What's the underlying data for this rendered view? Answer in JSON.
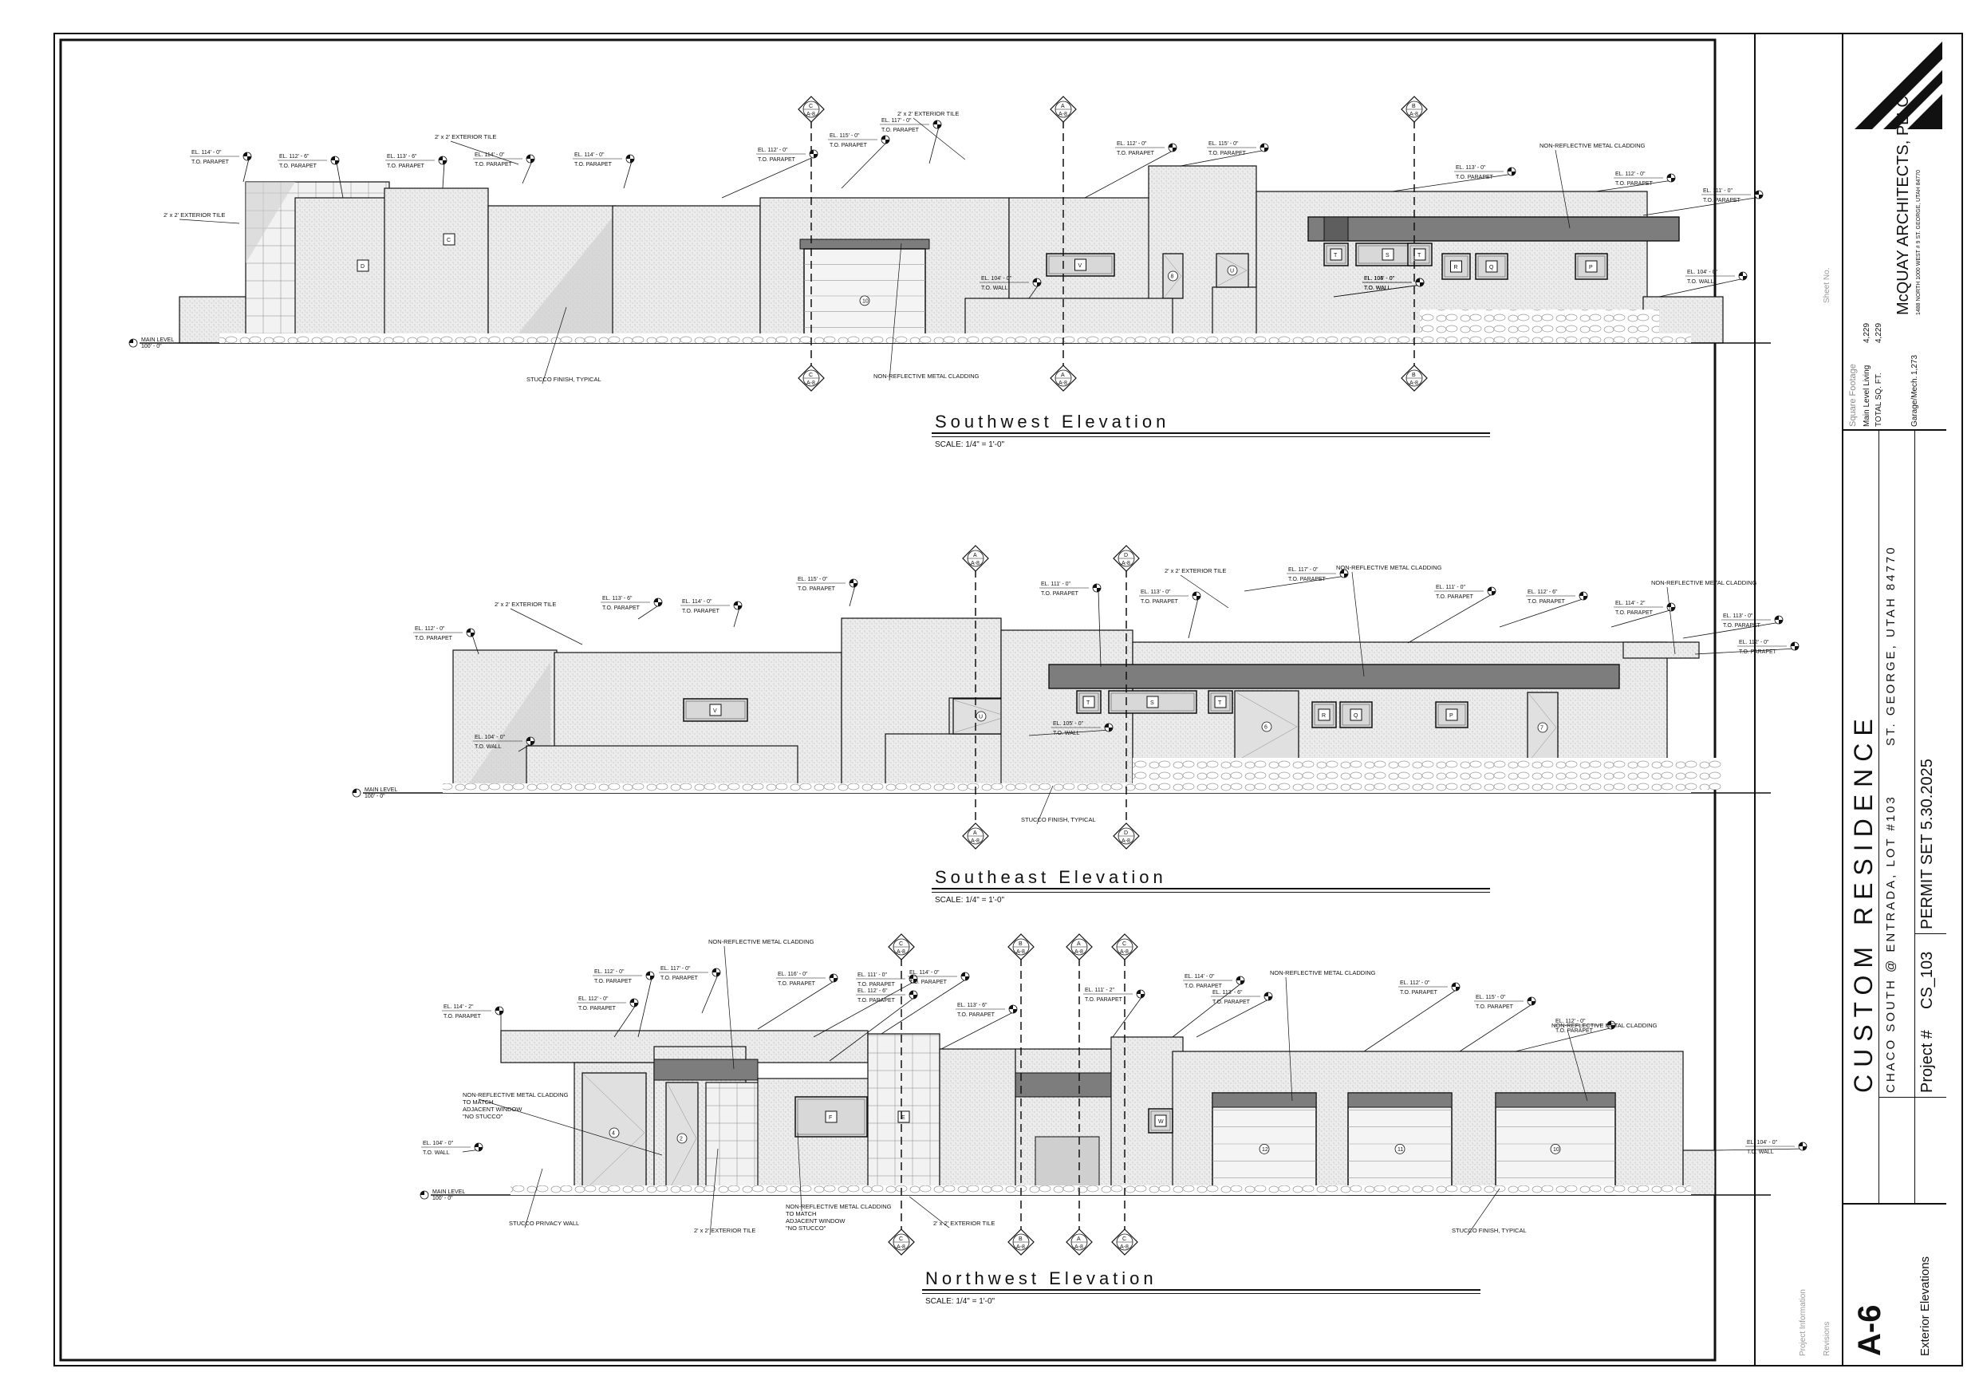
{
  "title_block": {
    "firm_name": "McQUAY ARCHITECTS, PLLC",
    "firm_address": "1488 NORTH 1000 WEST # 9 ST. GEORGE, UTAH 84770",
    "square_footage_heading": "Square Footage",
    "sf_rows": [
      {
        "label": "Main Level Living",
        "value": "4,229"
      },
      {
        "label": "TOTAL SQ. FT.",
        "value": "4,229"
      },
      {
        "label": "Garage/Mech.",
        "value": "1,273"
      }
    ],
    "project_name": "CUSTOM RESIDENCE",
    "project_location": "CHACO SOUTH @ ENTRADA, LOT #103",
    "project_city": "ST. GEORGE, UTAH 84770",
    "project_number_label": "Project #",
    "project_number": "CS_103",
    "issue": "PERMIT SET 5.30.2025",
    "sheet_number": "A-6",
    "sheet_title": "Exterior Elevations",
    "project_info_label": "Project Information",
    "sheet_label": "Sheet No.",
    "revisions_label": "Revisions"
  },
  "elevations": [
    {
      "title": "Southwest Elevation",
      "scale": "SCALE: 1/4\" = 1'-0\"",
      "level_marker": "MAIN LEVEL 100' - 0\"",
      "callouts": [
        {
          "el": "EL. 114' - 0\"",
          "sub": "T.O. PARAPET"
        },
        {
          "el": "EL. 112' - 6\"",
          "sub": "T.O. PARAPET"
        },
        {
          "el": "EL. 113' - 6\"",
          "sub": "T.O. PARAPET"
        },
        {
          "el": "EL. 114' - 0\"",
          "sub": "T.O. PARAPET"
        },
        {
          "el": "EL. 114' - 0\"",
          "sub": "T.O. PARAPET"
        },
        {
          "el": "EL. 112' - 0\"",
          "sub": "T.O. PARAPET"
        },
        {
          "el": "EL. 115' - 0\"",
          "sub": "T.O. PARAPET"
        },
        {
          "el": "EL. 117' - 0\"",
          "sub": "T.O. PARAPET"
        },
        {
          "el": "EL. 112' - 0\"",
          "sub": "T.O. PARAPET"
        },
        {
          "el": "EL. 115' - 0\"",
          "sub": "T.O. PARAPET"
        },
        {
          "el": "EL. 113' - 0\"",
          "sub": "T.O. PARAPET"
        },
        {
          "el": "EL. 112' - 0\"",
          "sub": "T.O. PARAPET"
        },
        {
          "el": "EL. 111' - 0\"",
          "sub": "T.O. PARAPET"
        },
        {
          "el": "EL. 104' - 0\"",
          "sub": "T.O. WALL"
        },
        {
          "el": "EL. 104' - 0\"",
          "sub": "T.O. WALL"
        },
        {
          "el": "EL. 105' - 0\"",
          "sub": "T.O. WALL"
        },
        {
          "el": "EL. 104' - 0\"",
          "sub": "T.O. WALL"
        }
      ],
      "notes": [
        "2' x 2' EXTERIOR TILE",
        "2' x 2' EXTERIOR TILE",
        "2' x 2' EXTERIOR TILE",
        "NON-REFLECTIVE METAL CLADDING",
        "STUCCO FINISH, TYPICAL",
        "NON-REFLECTIVE METAL CLADDING"
      ],
      "grid_tags": [
        "C",
        "A",
        "B"
      ]
    },
    {
      "title": "Southeast Elevation",
      "scale": "SCALE: 1/4\" = 1'-0\"",
      "level_marker": "MAIN LEVEL 100' - 0\"",
      "callouts": [
        {
          "el": "EL. 112' - 0\"",
          "sub": "T.O. PARAPET"
        },
        {
          "el": "EL. 113' - 6\"",
          "sub": "T.O. PARAPET"
        },
        {
          "el": "EL. 114' - 0\"",
          "sub": "T.O. PARAPET"
        },
        {
          "el": "EL. 115' - 0\"",
          "sub": "T.O. PARAPET"
        },
        {
          "el": "EL. 111' - 0\"",
          "sub": "T.O. PARAPET"
        },
        {
          "el": "EL. 113' - 0\"",
          "sub": "T.O. PARAPET"
        },
        {
          "el": "EL. 117' - 0\"",
          "sub": "T.O. PARAPET"
        },
        {
          "el": "EL. 111' - 0\"",
          "sub": "T.O. PARAPET"
        },
        {
          "el": "EL. 112' - 6\"",
          "sub": "T.O. PARAPET"
        },
        {
          "el": "EL. 114' - 2\"",
          "sub": "T.O. PARAPET"
        },
        {
          "el": "EL. 113' - 0\"",
          "sub": "T.O. PARAPET"
        },
        {
          "el": "EL. 112' - 0\"",
          "sub": "T.O. PARAPET"
        },
        {
          "el": "EL. 104' - 0\"",
          "sub": "T.O. WALL"
        },
        {
          "el": "EL. 105' - 0\"",
          "sub": "T.O. WALL"
        }
      ],
      "notes": [
        "2' x 2' EXTERIOR TILE",
        "2' x 2' EXTERIOR TILE",
        "NON-REFLECTIVE METAL CLADDING",
        "NON-REFLECTIVE METAL CLADDING",
        "STUCCO FINISH, TYPICAL"
      ],
      "grid_tags": [
        "A",
        "D"
      ]
    },
    {
      "title": "Northwest Elevation",
      "scale": "SCALE: 1/4\" = 1'-0\"",
      "level_marker": "MAIN LEVEL 100' - 0\"",
      "callouts": [
        {
          "el": "EL. 112' - 0\"",
          "sub": "T.O. PARAPET"
        },
        {
          "el": "EL. 117' - 0\"",
          "sub": "T.O. PARAPET"
        },
        {
          "el": "EL. 116' - 0\"",
          "sub": "T.O. PARAPET"
        },
        {
          "el": "EL. 111' - 0\"",
          "sub": "T.O. PARAPET"
        },
        {
          "el": "EL. 114' - 0\"",
          "sub": "T.O. PARAPET"
        },
        {
          "el": "EL. 112' - 0\"",
          "sub": "T.O. PARAPET"
        },
        {
          "el": "EL. 114' - 2\"",
          "sub": "T.O. PARAPET"
        },
        {
          "el": "EL. 112' - 6\"",
          "sub": "T.O. PARAPET"
        },
        {
          "el": "EL. 113' - 6\"",
          "sub": "T.O. PARAPET"
        },
        {
          "el": "EL. 111' - 2\"",
          "sub": "T.O. PARAPET"
        },
        {
          "el": "EL. 114' - 0\"",
          "sub": "T.O. PARAPET"
        },
        {
          "el": "EL. 113' - 6\"",
          "sub": "T.O. PARAPET"
        },
        {
          "el": "EL. 112' - 0\"",
          "sub": "T.O. PARAPET"
        },
        {
          "el": "EL. 115' - 0\"",
          "sub": "T.O. PARAPET"
        },
        {
          "el": "EL. 112' - 0\"",
          "sub": "T.O. PARAPET"
        },
        {
          "el": "EL. 104' - 0\"",
          "sub": "T.O. WALL"
        },
        {
          "el": "EL. 104' - 0\"",
          "sub": "T.O. WALL"
        }
      ],
      "notes": [
        "NON-REFLECTIVE METAL CLADDING",
        "NON-REFLECTIVE METAL CLADDING",
        "NON-REFLECTIVE METAL CLADDING",
        "NON-REFLECTIVE METAL CLADDING TO MATCH ADJACENT WINDOW \"NO STUCCO\"",
        "NON-REFLECTIVE METAL CLADDING TO MATCH ADJACENT WINDOW \"NO STUCCO\"",
        "STUCCO PRIVACY WALL",
        "2' x 2' EXTERIOR TILE",
        "2' x 2' EXTERIOR TILE",
        "STUCCO FINISH, TYPICAL"
      ],
      "grid_tags": [
        "C",
        "B",
        "A",
        "C",
        "A",
        "B",
        "C"
      ]
    }
  ],
  "colors": {
    "line": "#111111",
    "stucco": "#e9e9e9",
    "shadow": "#c9c9c9",
    "cladding": "#7d7d7d",
    "glass": "#d5d5d5",
    "paper": "#ffffff"
  }
}
